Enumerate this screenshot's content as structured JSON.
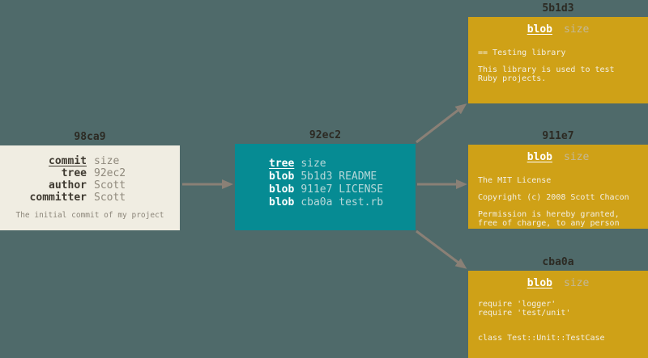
{
  "colors": {
    "background": "#4f6a6a",
    "commit_box": "#f0ede2",
    "tree_box": "#068b93",
    "blob_box": "#cfa117",
    "arrow": "#8a8076",
    "id_label_text": "#2c2a23",
    "commit_key_text": "#3f3a31",
    "commit_value_text": "#8f897c",
    "tree_key_text": "#ffffff",
    "tree_value_text": "#b7d8d9",
    "blob_body_text": "#f3efe4",
    "blob_size_text": "#c3b897"
  },
  "commit_object": {
    "id": "98ca9",
    "rows": [
      {
        "key": "commit",
        "value": "size"
      },
      {
        "key": "tree",
        "value": "92ec2"
      },
      {
        "key": "author",
        "value": "Scott"
      },
      {
        "key": "committer",
        "value": "Scott"
      }
    ],
    "note": "The initial commit of my project"
  },
  "tree_object": {
    "id": "92ec2",
    "rows": [
      {
        "key": "tree",
        "value": "size"
      },
      {
        "key": "blob",
        "value": "5b1d3 README"
      },
      {
        "key": "blob",
        "value": "911e7 LICENSE"
      },
      {
        "key": "blob",
        "value": "cba0a test.rb"
      }
    ]
  },
  "blob_objects": [
    {
      "id": "5b1d3",
      "type": "blob",
      "size": "size",
      "paragraphs": [
        [
          "== Testing library"
        ],
        [
          "This library is used to test",
          "Ruby projects."
        ]
      ]
    },
    {
      "id": "911e7",
      "type": "blob",
      "size": "size",
      "paragraphs": [
        [
          "The MIT License"
        ],
        [
          "Copyright (c) 2008 Scott Chacon"
        ],
        [
          "Permission is hereby granted,",
          "free of charge, to any person"
        ]
      ]
    },
    {
      "id": "cba0a",
      "type": "blob",
      "size": "size",
      "paragraphs": [
        [
          "require 'logger'",
          "require 'test/unit'"
        ],
        [
          "class Test::Unit::TestCase"
        ]
      ]
    }
  ]
}
